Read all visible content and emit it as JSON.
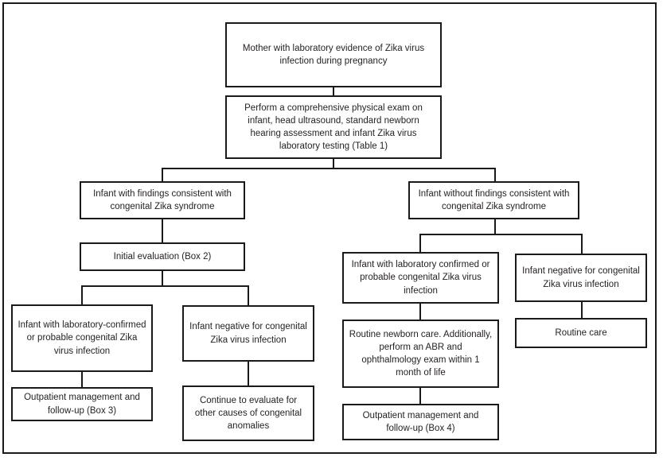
{
  "flowchart": {
    "title_semantic": "Zika virus infant evaluation flowchart",
    "colors": {
      "line": "#1a1a1a",
      "box_border": "#1a1a1a",
      "box_fill": "#ffffff",
      "text": "#231f20",
      "background": "#ffffff"
    },
    "nodes": {
      "mother": {
        "label": "Mother with laboratory evidence of Zika virus infection during pregnancy"
      },
      "exam": {
        "label": "Perform a comprehensive physical exam on infant, head ultrasound, standard newborn hearing assessment and infant Zika virus laboratory testing (Table 1)"
      },
      "left_branch": {
        "label": "Infant with findings consistent with congenital Zika syndrome"
      },
      "right_branch": {
        "label": "Infant without findings consistent with congenital Zika syndrome"
      },
      "initial_eval": {
        "label": "Initial evaluation (Box 2)"
      },
      "left_confirmed": {
        "label": "Infant with laboratory-confirmed or probable congenital Zika virus infection"
      },
      "left_negative": {
        "label": "Infant negative for congenital Zika virus infection"
      },
      "outpatient_box3": {
        "label": "Outpatient management and follow-up (Box 3)"
      },
      "continue_evaluate": {
        "label": "Continue to evaluate for other causes of congenital anomalies"
      },
      "right_confirmed": {
        "label": "Infant with laboratory confirmed or probable congenital Zika virus infection"
      },
      "right_negative": {
        "label": "Infant negative for congenital Zika virus infection"
      },
      "routine_newborn": {
        "label": "Routine newborn care. Additionally, perform an ABR and ophthalmology exam within 1 month of life"
      },
      "outpatient_box4": {
        "label": "Outpatient management and follow-up (Box 4)"
      },
      "routine_care": {
        "label": "Routine care"
      }
    },
    "edges": [
      "mother -> exam",
      "exam -> left_branch",
      "exam -> right_branch",
      "left_branch -> initial_eval",
      "initial_eval -> left_confirmed",
      "initial_eval -> left_negative",
      "left_confirmed -> outpatient_box3",
      "left_negative -> continue_evaluate",
      "right_branch -> right_confirmed",
      "right_branch -> right_negative",
      "right_confirmed -> routine_newborn",
      "routine_newborn -> outpatient_box4",
      "right_negative -> routine_care"
    ]
  }
}
